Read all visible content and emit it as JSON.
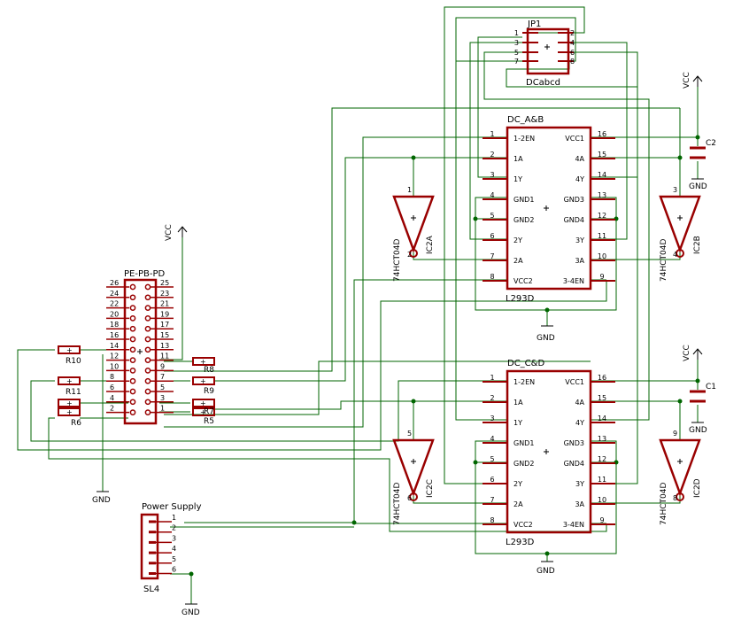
{
  "colors": {
    "wire": "#006600",
    "body": "#990000",
    "text": "#000000",
    "junction": "#006600",
    "background": "#ffffff"
  },
  "icons": {
    "cross": "origin-cross-icon",
    "vcc": "vcc-arrow-icon",
    "gnd": "ground-symbol-icon"
  },
  "jp1": {
    "name": "JP1",
    "value": "DCabcd",
    "pins": [
      "1",
      "2",
      "3",
      "4",
      "5",
      "6",
      "7",
      "8"
    ]
  },
  "dc_ab": {
    "name": "DC_A&B",
    "value": "L293D",
    "left_pins": [
      {
        "num": "1",
        "label": "1-2EN"
      },
      {
        "num": "2",
        "label": "1A"
      },
      {
        "num": "3",
        "label": "1Y"
      },
      {
        "num": "4",
        "label": "GND1"
      },
      {
        "num": "5",
        "label": "GND2"
      },
      {
        "num": "6",
        "label": "2Y"
      },
      {
        "num": "7",
        "label": "2A"
      },
      {
        "num": "8",
        "label": "VCC2"
      }
    ],
    "right_pins": [
      {
        "num": "16",
        "label": "VCC1"
      },
      {
        "num": "15",
        "label": "4A"
      },
      {
        "num": "14",
        "label": "4Y"
      },
      {
        "num": "13",
        "label": "GND3"
      },
      {
        "num": "12",
        "label": "GND4"
      },
      {
        "num": "11",
        "label": "3Y"
      },
      {
        "num": "10",
        "label": "3A"
      },
      {
        "num": "9",
        "label": "3-4EN"
      }
    ]
  },
  "dc_cd": {
    "name": "DC_C&D",
    "value": "L293D",
    "left_pins": [
      {
        "num": "1",
        "label": "1-2EN"
      },
      {
        "num": "2",
        "label": "1A"
      },
      {
        "num": "3",
        "label": "1Y"
      },
      {
        "num": "4",
        "label": "GND1"
      },
      {
        "num": "5",
        "label": "GND2"
      },
      {
        "num": "6",
        "label": "2Y"
      },
      {
        "num": "7",
        "label": "2A"
      },
      {
        "num": "8",
        "label": "VCC2"
      }
    ],
    "right_pins": [
      {
        "num": "16",
        "label": "VCC1"
      },
      {
        "num": "15",
        "label": "4A"
      },
      {
        "num": "14",
        "label": "4Y"
      },
      {
        "num": "13",
        "label": "GND3"
      },
      {
        "num": "12",
        "label": "GND4"
      },
      {
        "num": "11",
        "label": "3Y"
      },
      {
        "num": "10",
        "label": "3A"
      },
      {
        "num": "9",
        "label": "3-4EN"
      }
    ]
  },
  "buffers": [
    {
      "name": "IC2A",
      "value": "74HCT04D",
      "pin_in": "1",
      "pin_out": "2"
    },
    {
      "name": "IC2B",
      "value": "74HCT04D",
      "pin_in": "3",
      "pin_out": "4"
    },
    {
      "name": "IC2C",
      "value": "74HCT04D",
      "pin_in": "5",
      "pin_out": "6"
    },
    {
      "name": "IC2D",
      "value": "74HCT04D",
      "pin_in": "9",
      "pin_out": "8"
    }
  ],
  "connector": {
    "name": "PE-PB-PD",
    "left_pins": [
      "26",
      "24",
      "22",
      "20",
      "18",
      "16",
      "14",
      "12",
      "10",
      "8",
      "6",
      "4",
      "2"
    ],
    "right_pins": [
      "25",
      "23",
      "21",
      "19",
      "17",
      "15",
      "13",
      "11",
      "9",
      "7",
      "5",
      "3",
      "1"
    ]
  },
  "resistors": {
    "r5": "R5",
    "r6": "R6",
    "r7": "R7",
    "r8": "R8",
    "r9": "R9",
    "r10": "R10",
    "r11": "R11"
  },
  "capacitors": {
    "c1": "C1",
    "c2": "C2"
  },
  "power_supply": {
    "title": "Power Supply",
    "name": "SL4",
    "pins": [
      "1",
      "2",
      "3",
      "4",
      "5",
      "6"
    ]
  },
  "nets": {
    "vcc": "VCC",
    "gnd": "GND"
  }
}
